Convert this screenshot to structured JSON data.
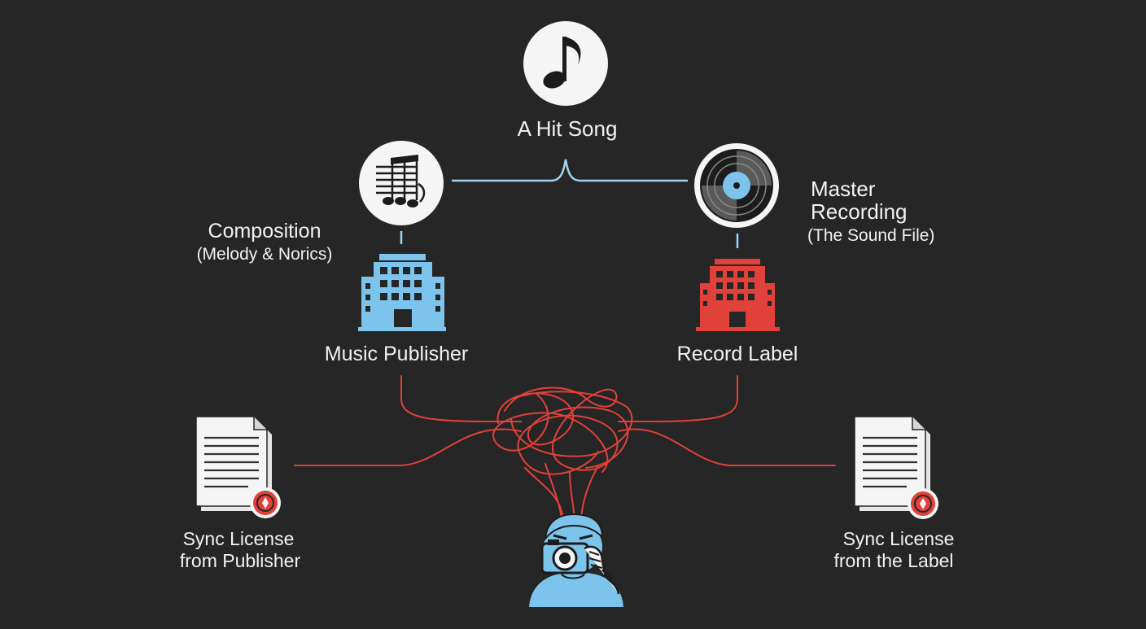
{
  "song": {
    "label": "A Hit Song"
  },
  "composition": {
    "title": "Composition",
    "subtitle": "(Melody & Norics)"
  },
  "master": {
    "title_line1": "Master",
    "title_line2": "Recording",
    "subtitle": "(The Sound File)"
  },
  "publisher": {
    "label": "Music Publisher"
  },
  "record_label": {
    "label": "Record Label"
  },
  "sync_publisher": {
    "line1": "Sync License",
    "line2": "from Publisher"
  },
  "sync_label": {
    "line1": "Sync License",
    "line2": "from the Label"
  },
  "icons": {
    "song": "music-note-icon",
    "composition": "sheet-music-icon",
    "master": "vinyl-record-icon",
    "publisher": "building-icon",
    "record_label": "building-icon",
    "documents": "document-seal-icon",
    "filmmaker": "person-camera-icon"
  },
  "colors": {
    "background": "#262626",
    "blue": "#7cc4ec",
    "red": "#e0413a",
    "connector": "#9fd4ef",
    "text": "#f2f2f2"
  }
}
